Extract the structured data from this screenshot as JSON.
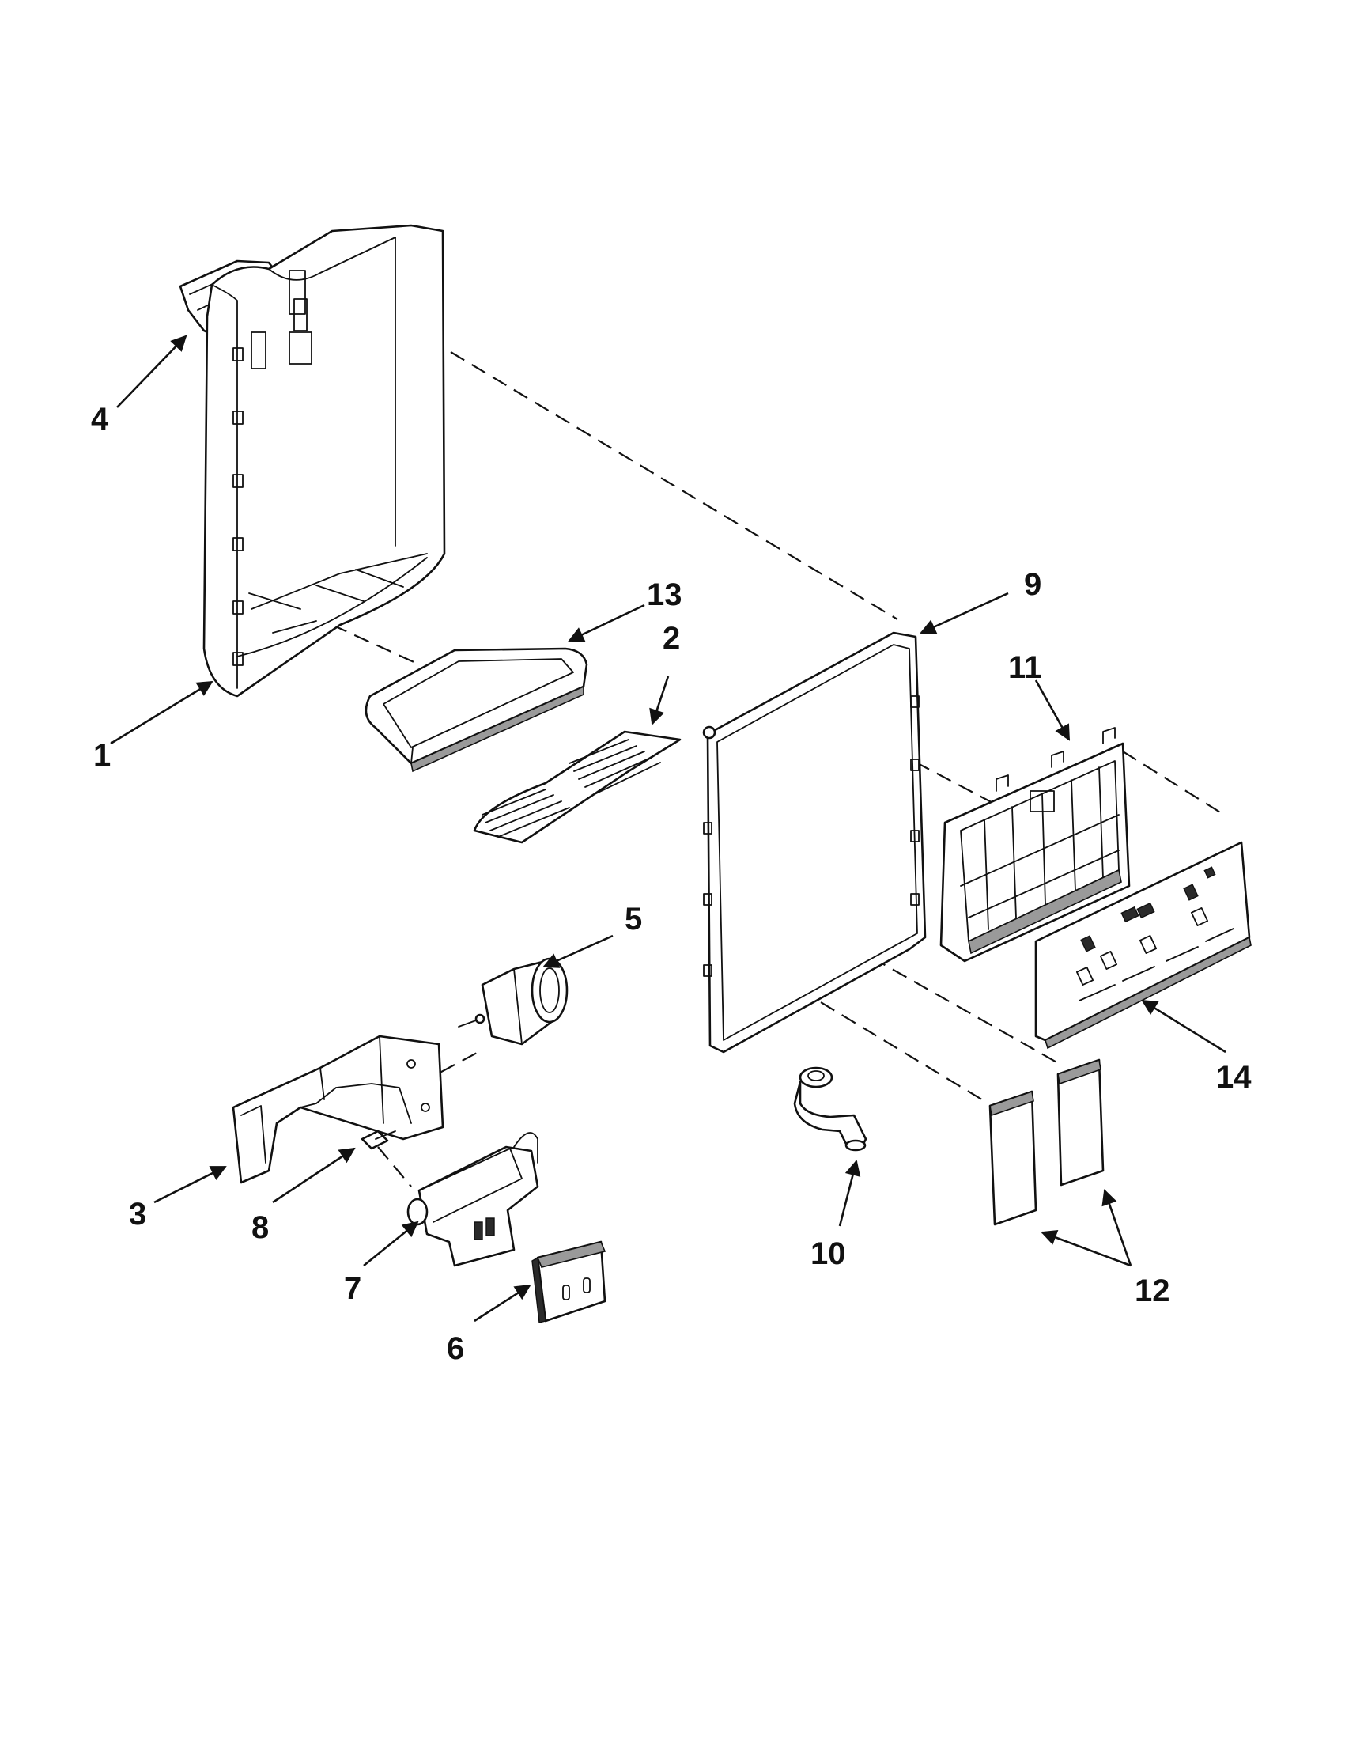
{
  "callouts": [
    {
      "id": "1",
      "text": "1"
    },
    {
      "id": "2",
      "text": "2"
    },
    {
      "id": "3",
      "text": "3"
    },
    {
      "id": "4",
      "text": "4"
    },
    {
      "id": "5",
      "text": "5"
    },
    {
      "id": "6",
      "text": "6"
    },
    {
      "id": "7",
      "text": "7"
    },
    {
      "id": "8",
      "text": "8"
    },
    {
      "id": "9",
      "text": "9"
    },
    {
      "id": "10",
      "text": "10"
    },
    {
      "id": "11",
      "text": "11"
    },
    {
      "id": "12",
      "text": "12"
    },
    {
      "id": "13",
      "text": "13"
    },
    {
      "id": "14",
      "text": "14"
    }
  ],
  "colors": {
    "line": "#111111",
    "background": "#ffffff",
    "shade": "#9a9a9a"
  }
}
